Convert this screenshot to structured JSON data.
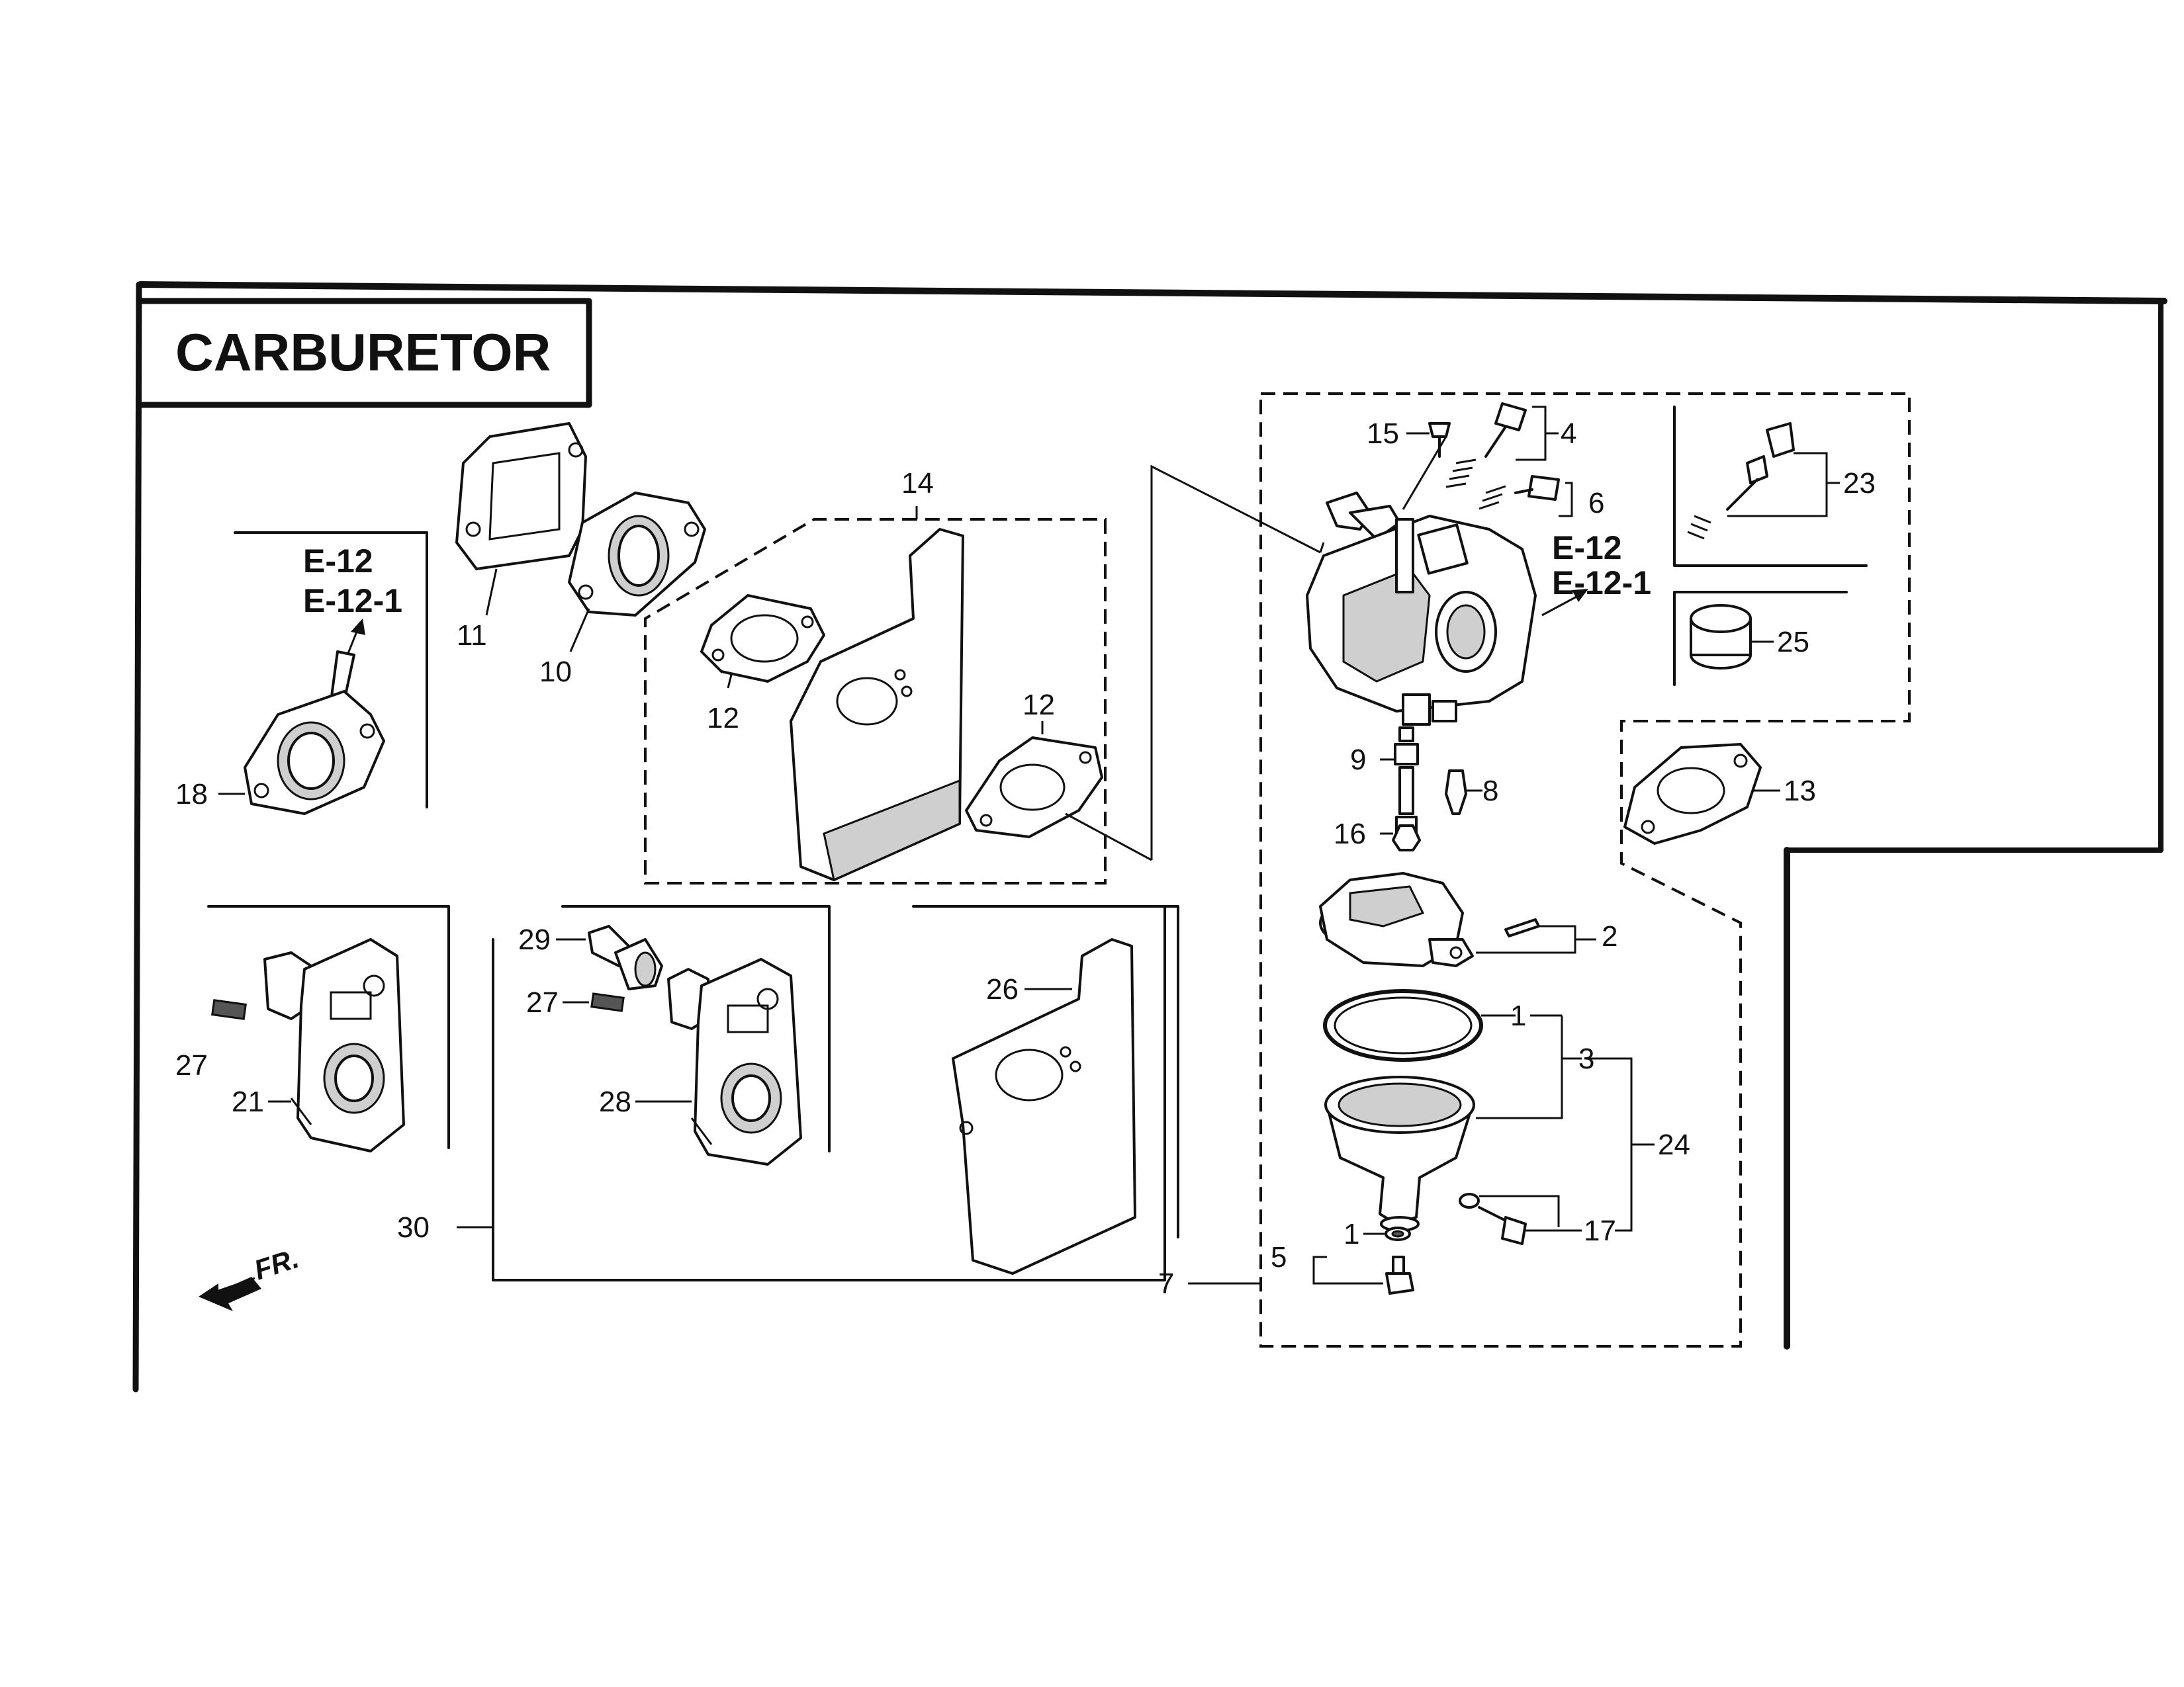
{
  "title": "CARBURETOR",
  "front_marker": "FR.",
  "references": {
    "left_1": "E-12",
    "left_2": "E-12-1",
    "right_1": "E-12",
    "right_2": "E-12-1"
  },
  "callouts": {
    "n1a": "1",
    "n1b": "1",
    "n2": "2",
    "n3": "3",
    "n4": "4",
    "n5": "5",
    "n6": "6",
    "n7": "7",
    "n8": "8",
    "n9": "9",
    "n10": "10",
    "n11": "11",
    "n12a": "12",
    "n12b": "12",
    "n13": "13",
    "n14": "14",
    "n15": "15",
    "n16": "16",
    "n17": "17",
    "n18": "18",
    "n21": "21",
    "n23": "23",
    "n24": "24",
    "n25": "25",
    "n26": "26",
    "n27a": "27",
    "n27b": "27",
    "n28": "28",
    "n29": "29",
    "n30": "30"
  }
}
